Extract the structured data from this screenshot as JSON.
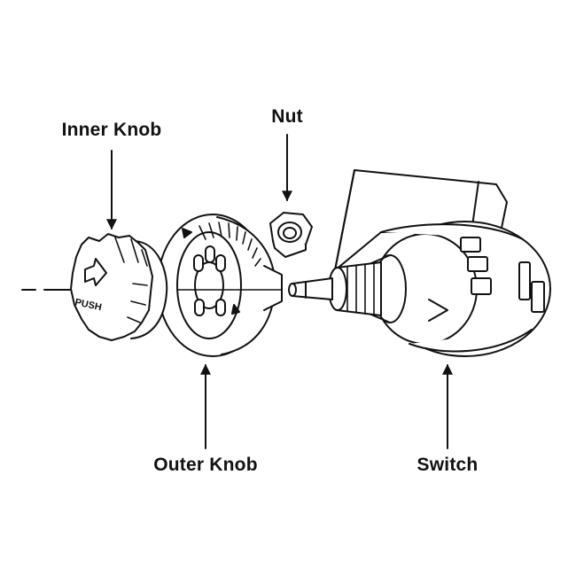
{
  "diagram": {
    "parts": [
      {
        "id": "inner-knob",
        "label": "Inner Knob"
      },
      {
        "id": "nut",
        "label": "Nut"
      },
      {
        "id": "outer-knob",
        "label": "Outer Knob"
      },
      {
        "id": "switch",
        "label": "Switch"
      }
    ],
    "knob_marking": "PUSH",
    "colors": {
      "ink": "#111111",
      "paper": "#ffffff"
    }
  }
}
